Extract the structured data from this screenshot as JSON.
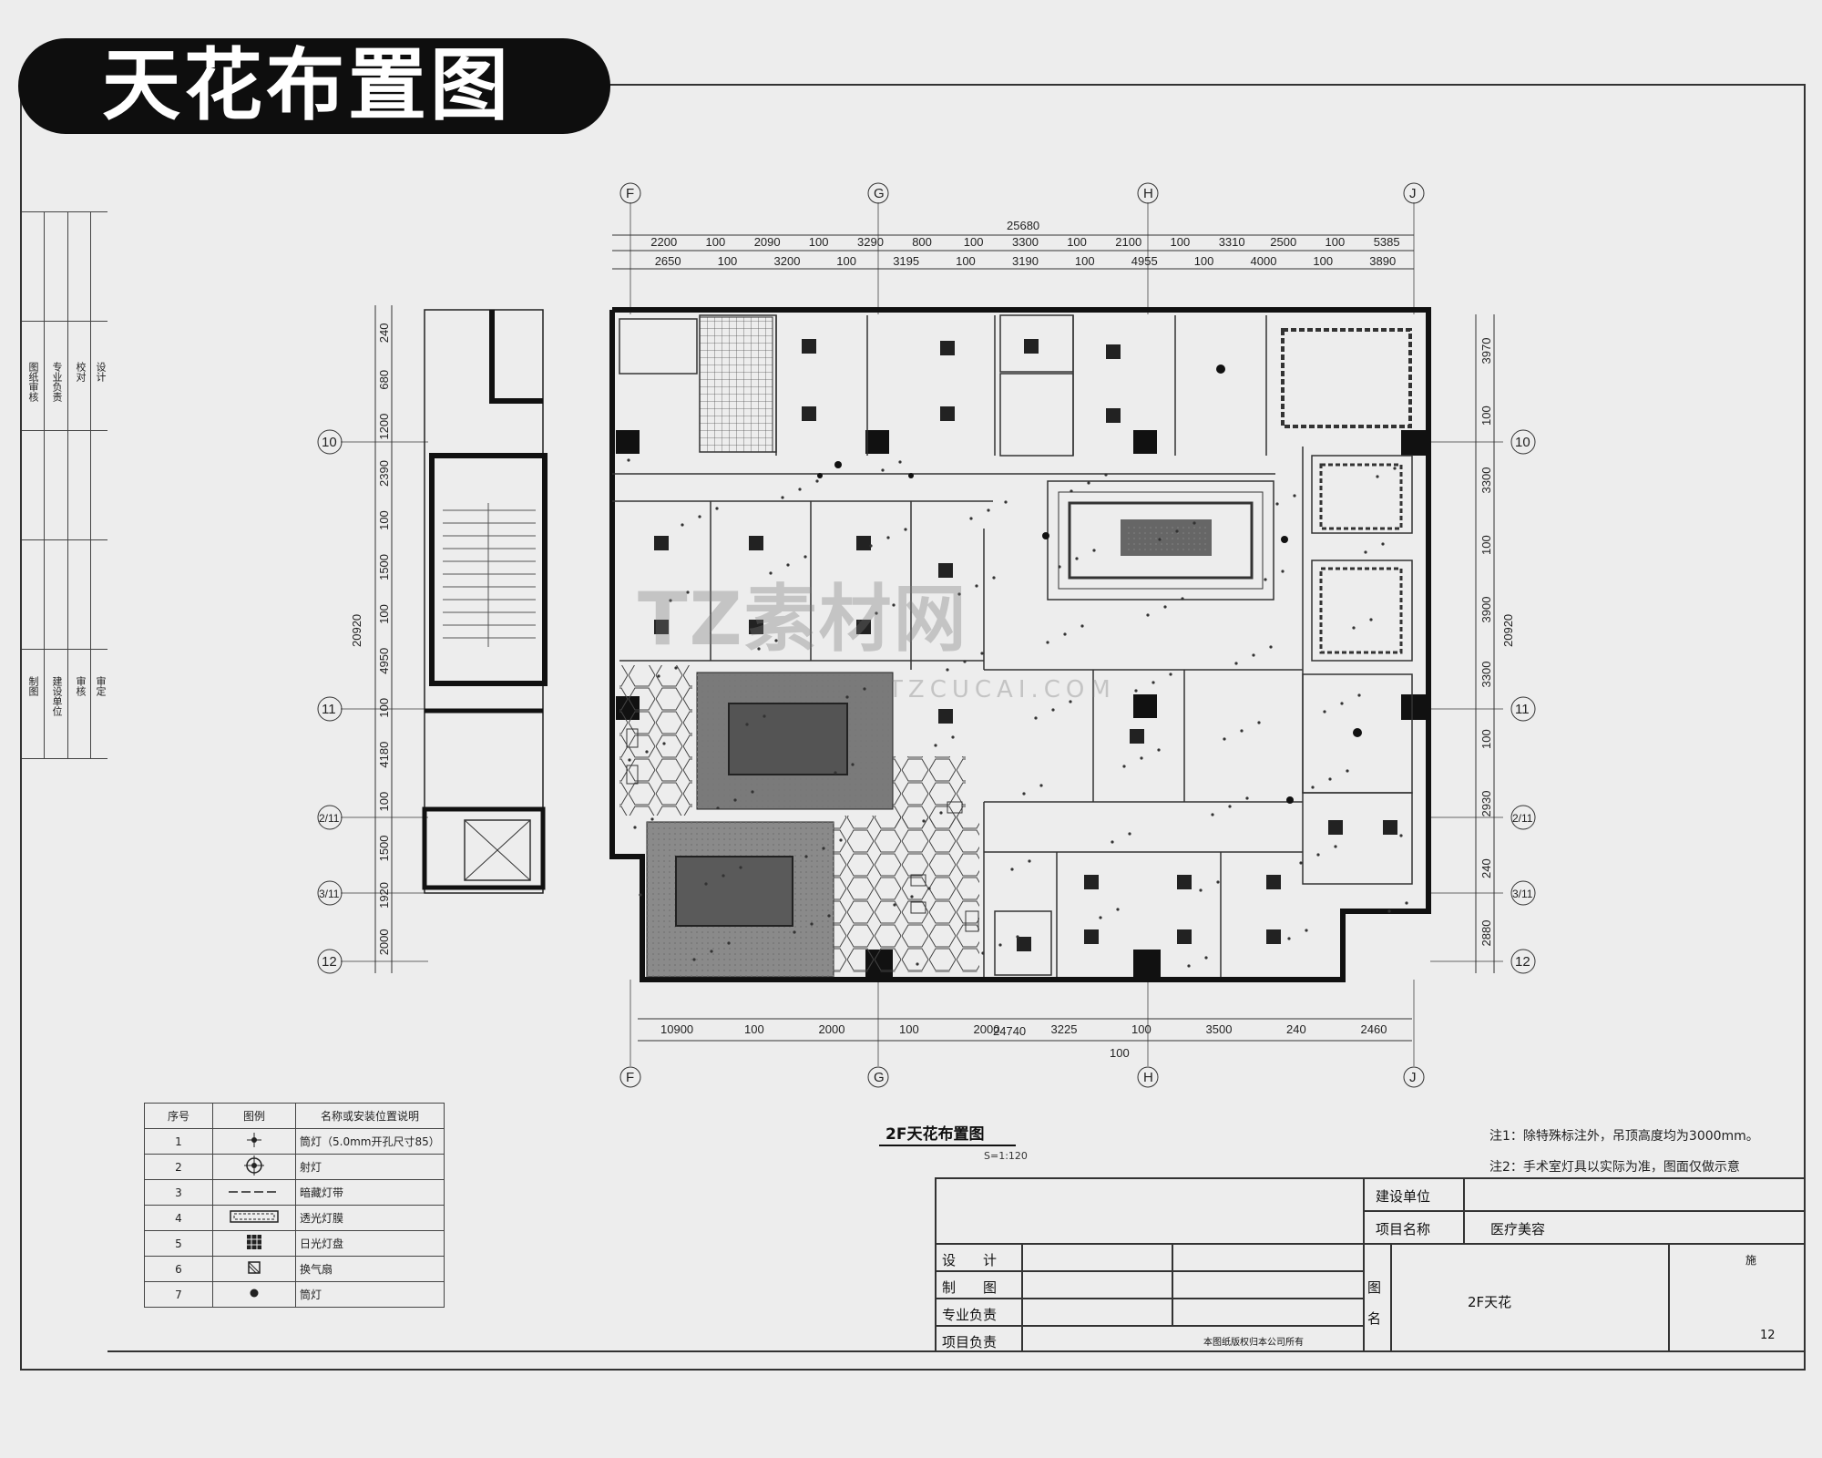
{
  "banner": {
    "title": "天花布置图"
  },
  "watermark": {
    "brand": "TZ素材网",
    "url": "TZCUCAI.COM"
  },
  "axes": {
    "columns": [
      "F",
      "G",
      "H",
      "J"
    ],
    "rows": [
      "10",
      "11",
      "2/11",
      "3/11",
      "12"
    ]
  },
  "dimensions": {
    "top_total": "25680",
    "top_row1": [
      "2200",
      "100",
      "2090",
      "100",
      "3290",
      "800",
      "100",
      "3300",
      "100",
      "2100",
      "100",
      "3310",
      "2500",
      "100",
      "5385"
    ],
    "top_row2": [
      "2650",
      "100",
      "3200",
      "100",
      "3195",
      "100",
      "3190",
      "100",
      "4955",
      "100",
      "4000",
      "100",
      "3890"
    ],
    "bottom_row": [
      "10900",
      "100",
      "2000",
      "100",
      "2000",
      "3225",
      "100",
      "3500",
      "240",
      "2460"
    ],
    "bottom_total": "24740",
    "bottom_extra": "100",
    "left_total": "20920",
    "left_segments": [
      "240",
      "680",
      "1200",
      "2390",
      "100",
      "1500",
      "100",
      "4950",
      "100",
      "4180",
      "100",
      "1500",
      "1920",
      "2000"
    ],
    "right_total": "20920",
    "right_segments": [
      "3970",
      "100",
      "3300",
      "100",
      "3900",
      "3300",
      "100",
      "2930",
      "240",
      "2880"
    ]
  },
  "plan": {
    "caption": "2F天花布置图",
    "scale": "S=1:120"
  },
  "legend": {
    "headers": [
      "序号",
      "图例",
      "名称或安装位置说明"
    ],
    "rows": [
      {
        "no": "1",
        "icon": "downlight-icon",
        "desc": "筒灯（5.0mm开孔尺寸85）"
      },
      {
        "no": "2",
        "icon": "spotlight-icon",
        "desc": "射灯"
      },
      {
        "no": "3",
        "icon": "led-strip-icon",
        "desc": "暗藏灯带"
      },
      {
        "no": "4",
        "icon": "light-film-icon",
        "desc": "透光灯膜"
      },
      {
        "no": "5",
        "icon": "grille-panel-icon",
        "desc": "日光灯盘"
      },
      {
        "no": "6",
        "icon": "exhaust-fan-icon",
        "desc": "换气扇"
      },
      {
        "no": "7",
        "icon": "dot-lamp-icon",
        "desc": "筒灯"
      }
    ]
  },
  "notes": [
    "注1：除特殊标注外，吊顶高度均为3000mm。",
    "注2：手术室灯具以实际为准，图面仅做示意"
  ],
  "title_block": {
    "owner_label": "建设单位",
    "project_label": "项目名称",
    "project_value": "医疗美容",
    "design_label": "设　　计",
    "drawing_label": "制　　图",
    "discipline_label": "专业负责",
    "project_lead_label": "项目负责",
    "drawing_name_label": "图\n名",
    "drawing_name": "2F天花",
    "rights_note": "本图纸版权归本公司所有",
    "sheet_no": "12",
    "side_label": "施"
  },
  "left_strip": {
    "labels": [
      "图纸审核",
      "专业负责",
      "校对",
      "设计",
      "制图",
      "建设单位",
      "审核",
      "审定"
    ]
  }
}
